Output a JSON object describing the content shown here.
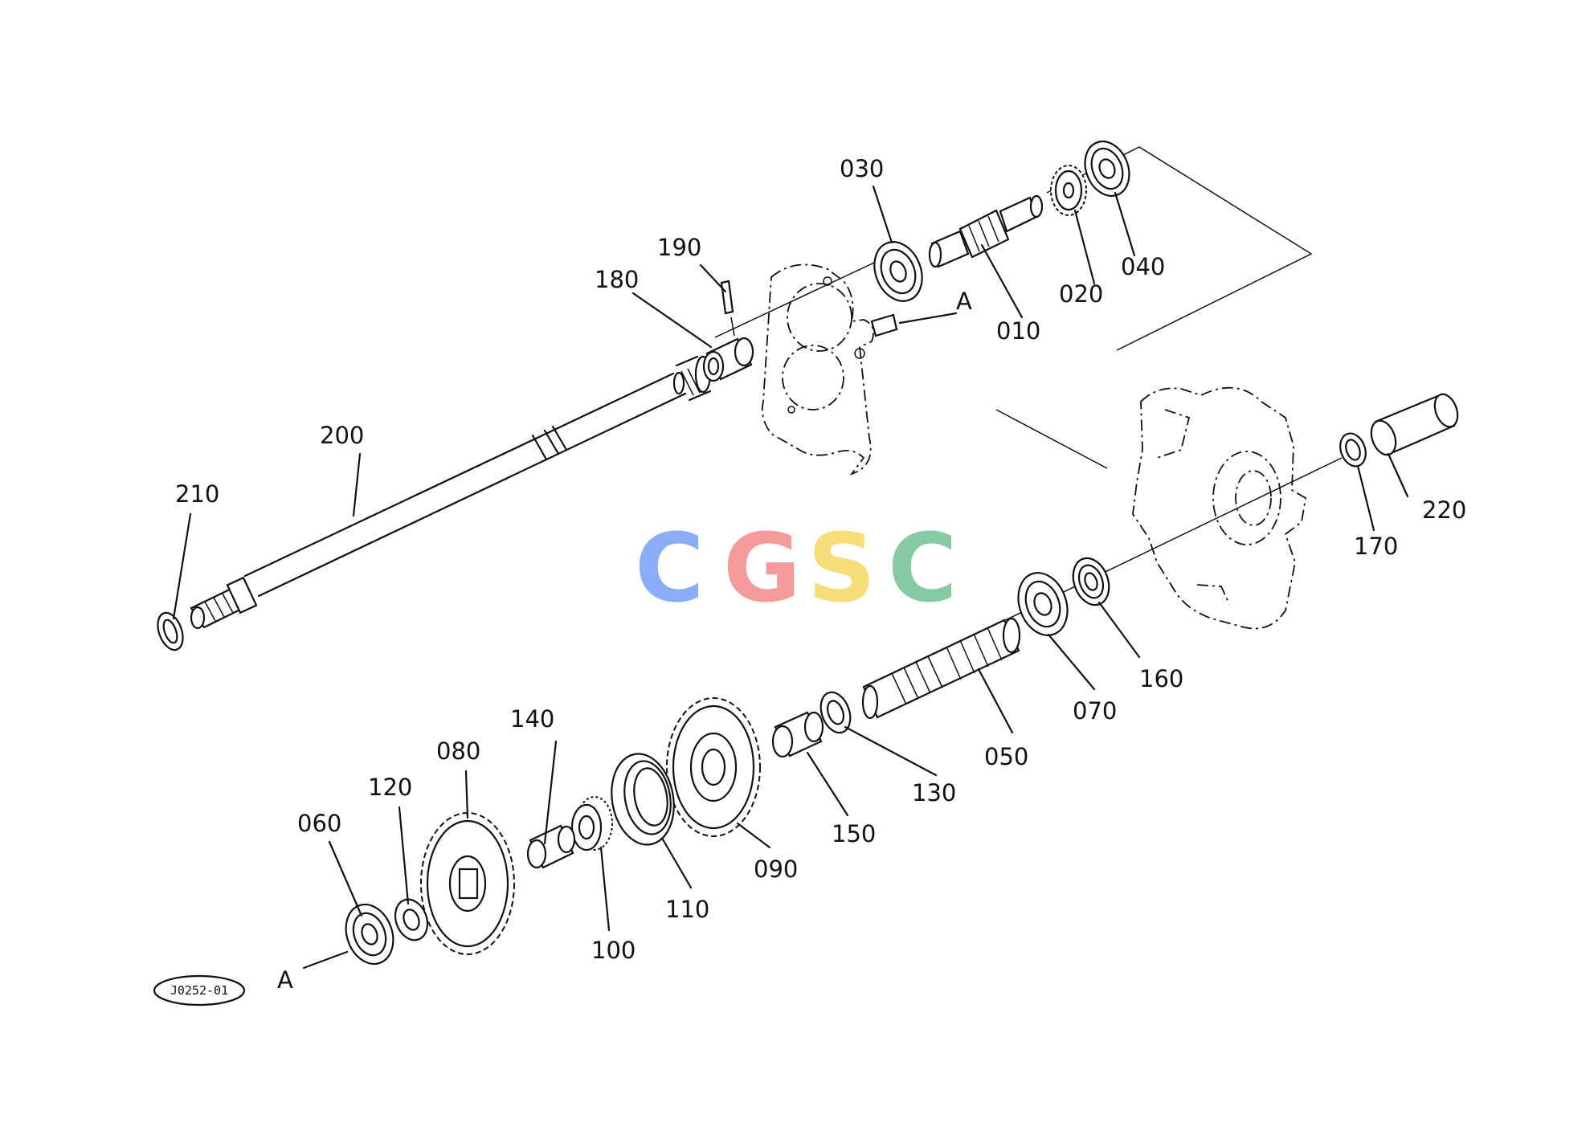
{
  "diagram": {
    "diagram_code": "J0252-01",
    "section_label": "A",
    "watermark": {
      "letters": [
        "C",
        "G",
        "S",
        "C"
      ],
      "colors": [
        "#8aaef5",
        "#f49a9a",
        "#f8dc78",
        "#86c9a2"
      ]
    },
    "callouts": {
      "p010": "010",
      "p020": "020",
      "p030": "030",
      "p040": "040",
      "p050": "050",
      "p060": "060",
      "p070": "070",
      "p080": "080",
      "p090": "090",
      "p100": "100",
      "p110": "110",
      "p120": "120",
      "p130": "130",
      "p140": "140",
      "p150": "150",
      "p160": "160",
      "p170": "170",
      "p180": "180",
      "p190": "190",
      "p200": "200",
      "p210": "210",
      "p220": "220"
    }
  }
}
